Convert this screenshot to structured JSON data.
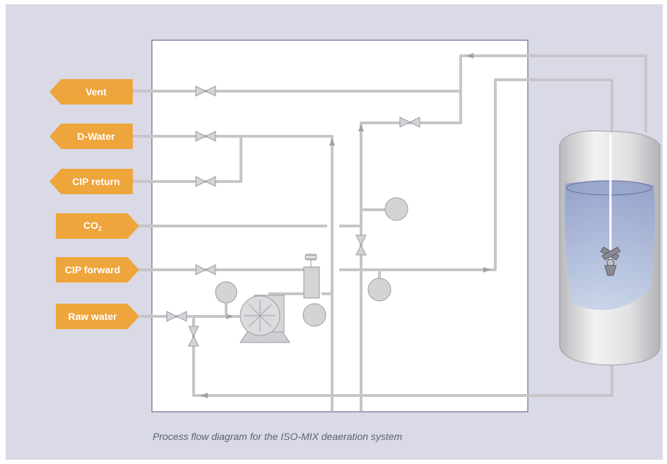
{
  "labels": {
    "vent": "Vent",
    "d_water": "D-Water",
    "cip_return": "CIP return",
    "co2_main": "CO",
    "co2_sub": "2",
    "cip_forward": "CIP forward",
    "raw_water": "Raw water"
  },
  "caption": "Process flow diagram for the ISO-MIX deaeration system",
  "colors": {
    "background": "#d9dae6",
    "diagram_area": "#ffffff",
    "label_fill": "#eea53b",
    "pipe": "#c9c9cc",
    "tank_shell": "#d7d7d9",
    "tank_liquid": "#a6b3d6"
  }
}
